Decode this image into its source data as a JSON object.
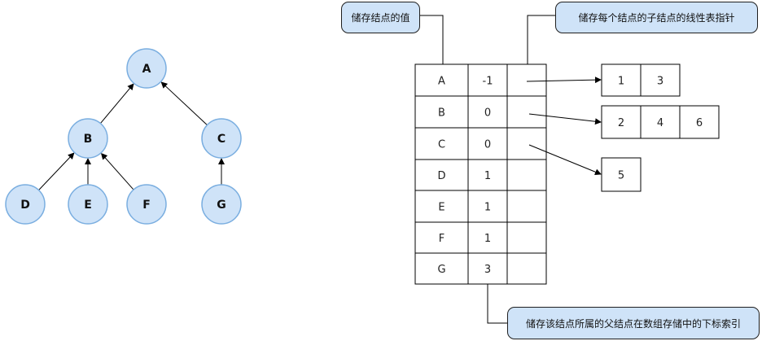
{
  "tree": {
    "nodes": [
      {
        "id": "A",
        "label": "A"
      },
      {
        "id": "B",
        "label": "B"
      },
      {
        "id": "C",
        "label": "C"
      },
      {
        "id": "D",
        "label": "D"
      },
      {
        "id": "E",
        "label": "E"
      },
      {
        "id": "F",
        "label": "F"
      },
      {
        "id": "G",
        "label": "G"
      }
    ],
    "edges": [
      {
        "from": "B",
        "to": "A"
      },
      {
        "from": "C",
        "to": "A"
      },
      {
        "from": "D",
        "to": "B"
      },
      {
        "from": "E",
        "to": "B"
      },
      {
        "from": "F",
        "to": "B"
      },
      {
        "from": "G",
        "to": "C"
      }
    ]
  },
  "table": {
    "rows": [
      {
        "node": "A",
        "parent": "-1"
      },
      {
        "node": "B",
        "parent": "0"
      },
      {
        "node": "C",
        "parent": "0"
      },
      {
        "node": "D",
        "parent": "1"
      },
      {
        "node": "E",
        "parent": "1"
      },
      {
        "node": "F",
        "parent": "1"
      },
      {
        "node": "G",
        "parent": "3"
      }
    ]
  },
  "child_lists": [
    {
      "row": "A",
      "values": [
        "1",
        "3"
      ]
    },
    {
      "row": "B",
      "values": [
        "2",
        "4",
        "6"
      ]
    },
    {
      "row": "C",
      "values": [
        "5"
      ]
    }
  ],
  "callouts": {
    "value": "储存结点的值",
    "child_list": "储存每个结点的子结点的线性表指针",
    "parent_index": "储存该结点所属的父结点在数组存储中的下标索引"
  },
  "colors": {
    "node_fill": "#cfe3f8",
    "node_stroke": "#7aaee0",
    "callout_fill": "#cfe3f8"
  }
}
